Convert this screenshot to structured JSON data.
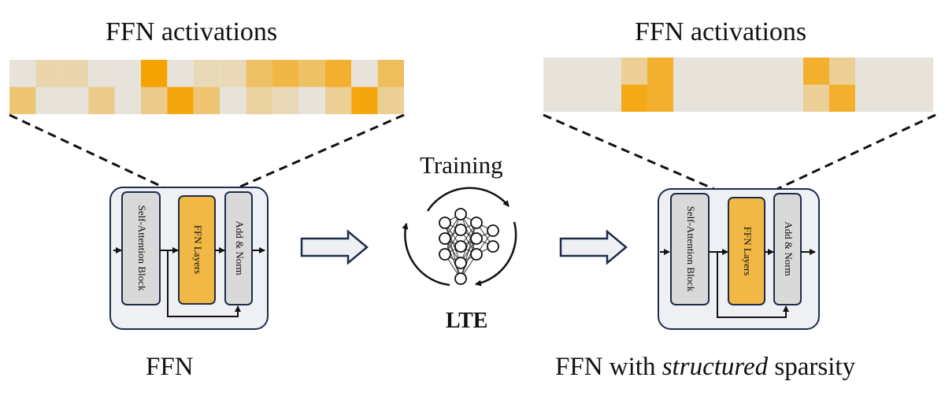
{
  "left": {
    "heatmap_title": "FFN activations",
    "block_labels": {
      "attention": "Self-Attention Block",
      "ffn": "FFN Layers",
      "norm": "Add & Norm"
    },
    "caption": "FFN",
    "heatmap": [
      [
        0.05,
        0.25,
        0.25,
        0.05,
        0.05,
        1.0,
        0.05,
        0.2,
        0.2,
        0.55,
        0.7,
        0.55,
        0.8,
        0.05,
        0.6
      ],
      [
        0.5,
        0.05,
        0.05,
        0.4,
        0.05,
        0.4,
        0.95,
        0.5,
        0.05,
        0.3,
        0.2,
        0.05,
        0.35,
        0.95,
        0.35
      ]
    ]
  },
  "middle": {
    "training_label": "Training",
    "lte_label": "LTE"
  },
  "right": {
    "heatmap_title": "FFN activations",
    "block_labels": {
      "attention": "Self-Attention Block",
      "ffn": "FFN Layers",
      "norm": "Add & Norm"
    },
    "caption_prefix": "FFN with ",
    "caption_emphasis": "structured",
    "caption_suffix": " sparsity",
    "heatmap": [
      [
        0.05,
        0.05,
        0.05,
        0.35,
        0.8,
        0.05,
        0.05,
        0.05,
        0.05,
        0.05,
        0.8,
        0.35,
        0.05,
        0.05,
        0.05
      ],
      [
        0.05,
        0.05,
        0.05,
        0.9,
        0.8,
        0.05,
        0.05,
        0.05,
        0.05,
        0.05,
        0.35,
        0.8,
        0.05,
        0.05,
        0.05
      ]
    ]
  },
  "colors": {
    "grey": "#e6e6e6",
    "orange": "#f5a300",
    "ffn_fill": "#f2b845",
    "block_fill": "#d9d9d9",
    "panel_fill": "#eef0f4",
    "panel_border": "#1f2d4a"
  }
}
